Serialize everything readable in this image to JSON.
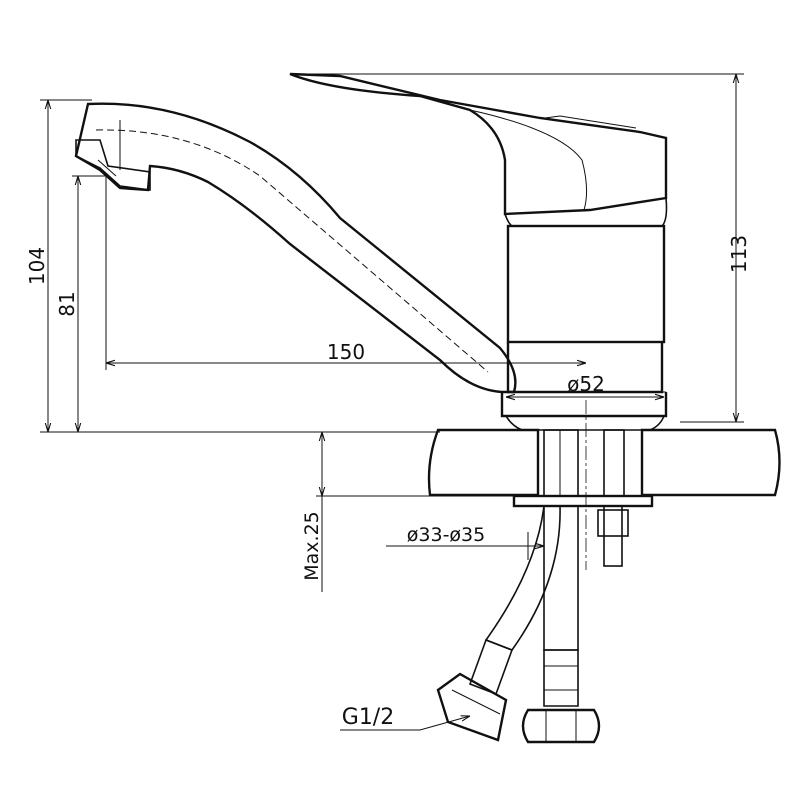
{
  "dimensions": {
    "height_104": "104",
    "height_81": "81",
    "height_113": "113",
    "reach_150": "150",
    "body_dia": "ø52",
    "hole_dia": "ø33-ø35",
    "max_thickness": "Max.25",
    "thread": "G1/2"
  },
  "colors": {
    "line": "#111111",
    "background": "#ffffff"
  }
}
